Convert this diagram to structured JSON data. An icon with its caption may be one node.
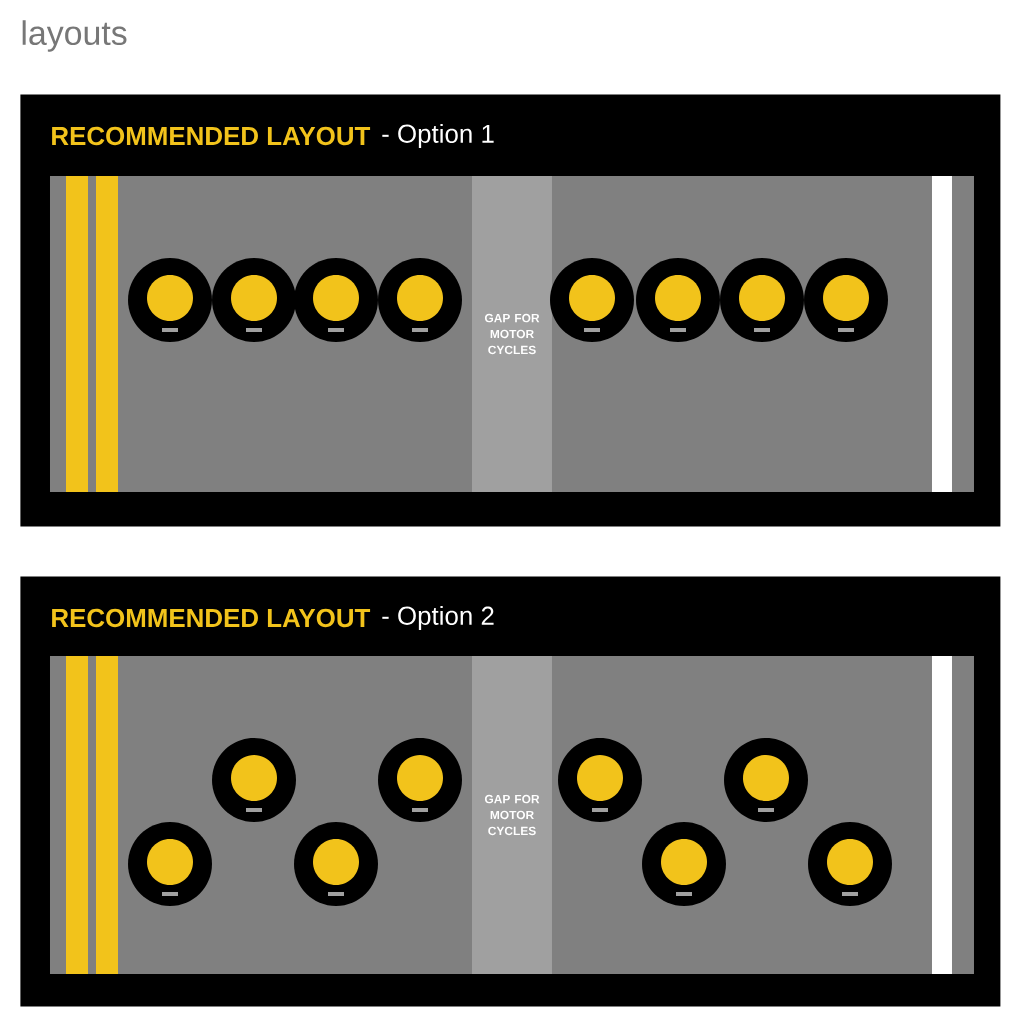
{
  "diagram": {
    "title": "layouts",
    "nodes": [
      {
        "text": [
          "RECOMMENDED LAYOUT",
          "- Option 1"
        ]
      },
      {
        "text": [
          "GAP FOR MOTOR CYCLES"
        ],
        "in": 0
      },
      {
        "text": [
          "RECOMMENDED LAYOUT",
          "- Option 2"
        ]
      },
      {
        "text": [
          "GAP FOR MOTOR CYCLES"
        ],
        "in": 2
      }
    ]
  }
}
